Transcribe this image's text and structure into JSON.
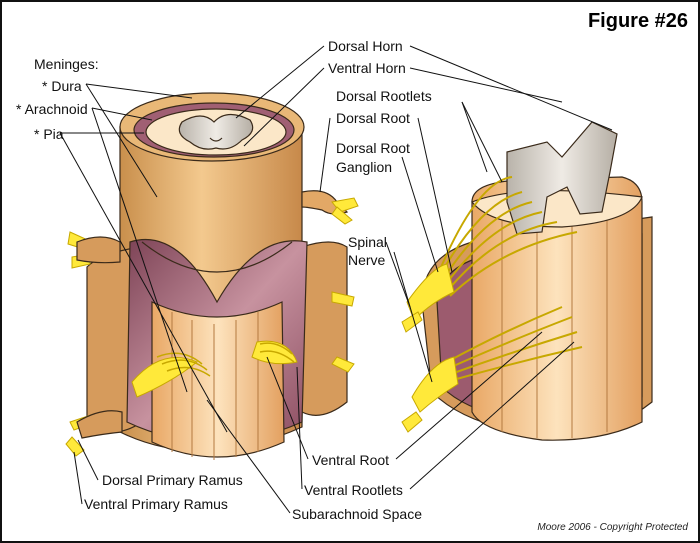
{
  "figure_title": "Figure #26",
  "credit": "Moore 2006 - Copyright Protected",
  "labels": {
    "meninges": "Meninges:",
    "dura": "* Dura",
    "arachnoid": "* Arachnoid",
    "pia": "* Pia",
    "dorsal_horn": "Dorsal Horn",
    "ventral_horn": "Ventral Horn",
    "dorsal_rootlets": "Dorsal Rootlets",
    "dorsal_root": "Dorsal Root",
    "dorsal_root_ganglion_1": "Dorsal Root",
    "dorsal_root_ganglion_2": "Ganglion",
    "spinal_nerve_1": "Spinal",
    "spinal_nerve_2": "Nerve",
    "ventral_root": "Ventral Root",
    "ventral_rootlets": "Ventral Rootlets",
    "subarachnoid_space": "Subarachnoid Space",
    "dorsal_primary_ramus": "Dorsal Primary Ramus",
    "ventral_primary_ramus": "Ventral Primary Ramus"
  },
  "colors": {
    "dura": "#e9b877",
    "dura_dark": "#c98f4c",
    "arachnoid": "#9c5b6e",
    "arachnoid_light": "#c48ea0",
    "pia": "#f3c690",
    "cord_light": "#fbe0b8",
    "grey_matter": "#d9d4cc",
    "nerve": "#ffe93a",
    "nerve_dark": "#c7a800",
    "outline": "#3a2a1a"
  }
}
